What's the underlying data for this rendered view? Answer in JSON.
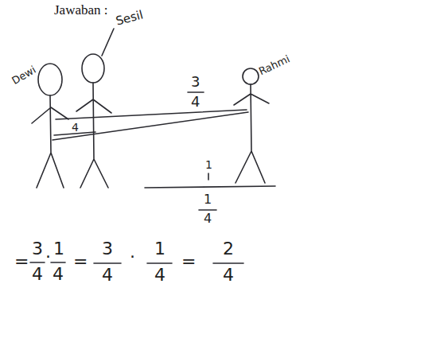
{
  "diagram": {
    "title": "Jawaban :",
    "labels": [
      "Dewi",
      "Sesil",
      "Rahmi",
      "3",
      "4",
      "4",
      "1",
      "1",
      "4",
      "=",
      "3",
      "4",
      "·",
      "1",
      "4",
      "=",
      "3",
      "4",
      "·",
      "1",
      "4",
      "=",
      "2",
      "4"
    ]
  }
}
